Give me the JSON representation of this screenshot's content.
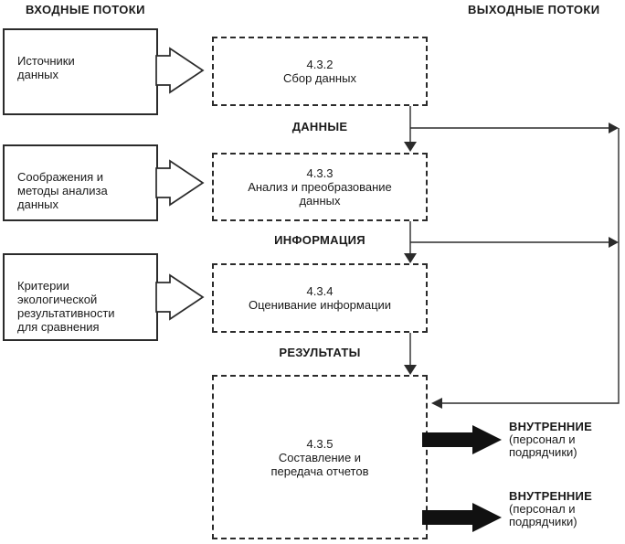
{
  "titles": {
    "inputs": "ВХОДНЫЕ ПОТОКИ",
    "outputs": "ВЫХОДНЫЕ ПОТОКИ"
  },
  "input_boxes": [
    {
      "label": "Источники\nданных"
    },
    {
      "label": "Соображения и\nметоды анализа\nданных"
    },
    {
      "label": "Критерии\nэкологической\nрезультативности\nдля сравнения"
    }
  ],
  "stages": [
    {
      "number": "4.3.2",
      "label": "Сбор данных"
    },
    {
      "number": "4.3.3",
      "label": "Анализ и преобразование\nданных"
    },
    {
      "number": "4.3.4",
      "label": "Оценивание информации"
    },
    {
      "number": "4.3.5",
      "label": "Составление и\nпередача отчетов"
    }
  ],
  "flow_labels": [
    {
      "label": "ДАННЫЕ"
    },
    {
      "label": "ИНФОРМАЦИЯ"
    },
    {
      "label": "РЕЗУЛЬТАТЫ"
    }
  ],
  "outputs": [
    {
      "title": "ВНУТРЕННИЕ",
      "detail": "(персонал и\nподрядчики)"
    },
    {
      "title": "ВНУТРЕННИЕ",
      "detail": "(персонал и\nподрядчики)"
    }
  ],
  "colors": {
    "line": "#2b2b2b",
    "arrow_fill": "#111111",
    "text": "#1a1a1a",
    "background": "#ffffff"
  }
}
